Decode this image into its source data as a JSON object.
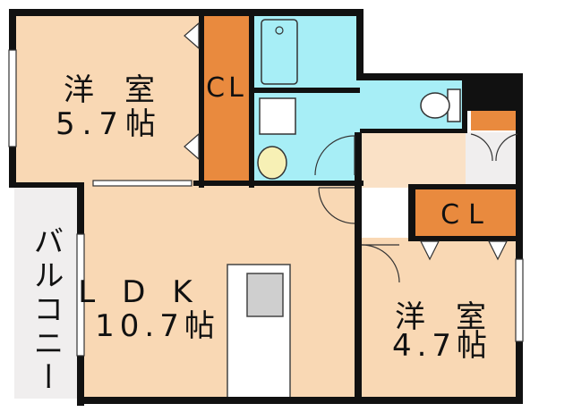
{
  "floor_plan": {
    "rooms": {
      "western_room_1": {
        "name": "洋　室",
        "size": "5.7帖"
      },
      "closet_1": {
        "name": "CL"
      },
      "ldk": {
        "name": "LDK",
        "size": "10.7帖"
      },
      "balcony": {
        "name": "バルコニー"
      },
      "closet_2": {
        "name": "CL"
      },
      "western_room_2": {
        "name": "洋　室",
        "size": "4.7帖"
      }
    },
    "colors": {
      "room_floor": "#F9D8B4",
      "closet": "#E98A3E",
      "wet_area": "#A7EEF6",
      "balcony": "#F0EEEE",
      "hall": "#FAE1C6",
      "wall": "#111111"
    }
  }
}
